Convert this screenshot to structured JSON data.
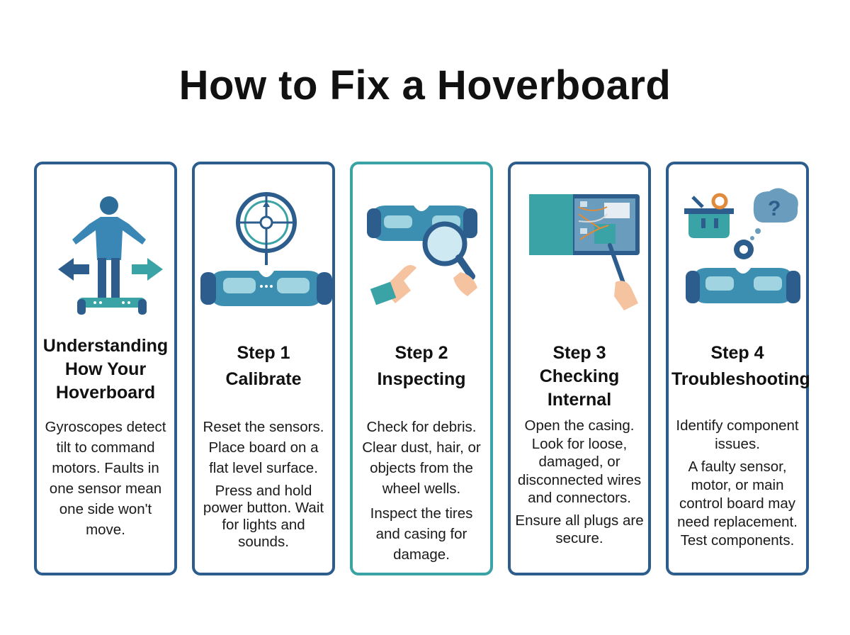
{
  "title": "How to Fix a Hoverboard",
  "colors": {
    "navy": "#2c5d8c",
    "teal": "#3aa3a5",
    "board": "#3c8fb0",
    "skin": "#f6c3a0"
  },
  "cards": [
    {
      "heading": [
        "Understanding",
        "How Your",
        "Hoverboard"
      ],
      "paragraphs": [
        "Gyroscopes detect tilt to command motors. Faults in one sensor mean one side won't move."
      ],
      "icon": "rider-balance-icon"
    },
    {
      "heading": [
        "Step 1",
        "Calibrate"
      ],
      "paragraphs": [
        "Reset the sensors. Place board on a flat level surface.",
        "Press and hold power button. Wait for lights and sounds."
      ],
      "icon": "calibrate-level-icon"
    },
    {
      "heading": [
        "Step 2",
        "Inspecting"
      ],
      "paragraphs": [
        "Check for debris. Clear dust, hair, or objects from the wheel wells.",
        "Inspect the tires and casing for damage."
      ],
      "icon": "magnifier-inspect-icon"
    },
    {
      "heading": [
        "Step 3",
        "Checking",
        "Internal"
      ],
      "paragraphs": [
        "Open the casing. Look for loose, damaged, or disconnected wires and connectors.",
        "Ensure all plugs are secure."
      ],
      "icon": "circuit-board-icon"
    },
    {
      "heading": [
        "Step 4",
        "Troubleshooting"
      ],
      "paragraphs": [
        "Identify component issues.",
        "A faulty sensor, motor, or main control board may need replacement. Test components."
      ],
      "icon": "toolbox-gear-question-icon"
    }
  ]
}
